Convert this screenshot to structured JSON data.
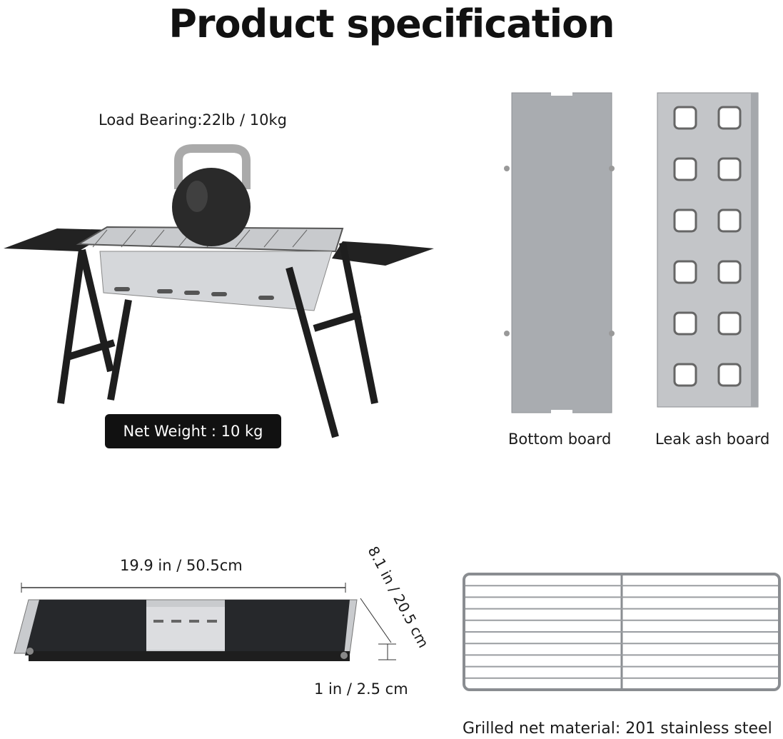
{
  "title": "Product specification",
  "load_bearing": "Load Bearing:22lb / 10kg",
  "net_weight": "Net Weight : 10 kg",
  "boards": {
    "bottom": "Bottom board",
    "leak_ash": "Leak ash board"
  },
  "dimensions": {
    "length": "19.9 in / 50.5cm",
    "width": "8.1 in / 20.5 cm",
    "height": "1 in / 2.5 cm"
  },
  "net_material": "Grilled net material:  201 stainless steel",
  "colors": {
    "frame": "#1e1e1e",
    "steel": "#b9bcc0",
    "board": "#a9acb0"
  }
}
